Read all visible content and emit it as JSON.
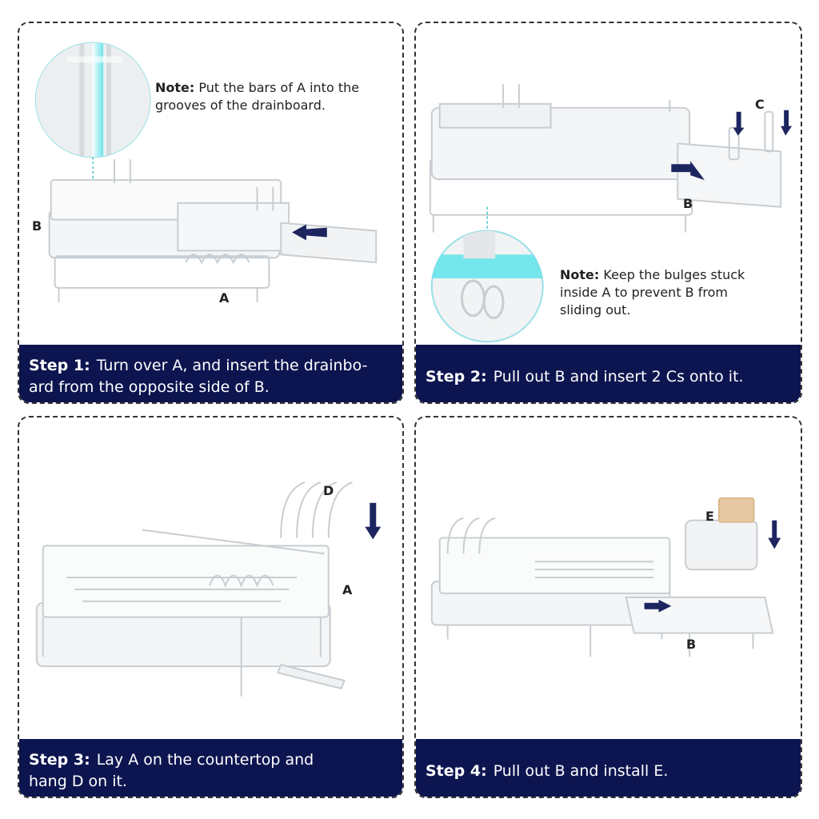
{
  "steps": [
    {
      "step_label": "Step 1:",
      "instruction": "Turn over A, and insert the drainbo-ard from the opposite side of B.",
      "line1": "Turn over A, and insert the drainbo-",
      "line2": "ard from the opposite side of B.",
      "note_label": "Note:",
      "note_line1": "Put the bars of A into the",
      "note_line2": "grooves of the drainboard.",
      "labels": {
        "a": "A",
        "b": "B"
      }
    },
    {
      "step_label": "Step 2:",
      "line1": "Pull out B and insert 2 Cs onto it.",
      "note_label": "Note:",
      "note_line1": "Keep the bulges stuck",
      "note_line2": "inside A to prevent B from",
      "note_line3": "sliding out.",
      "labels": {
        "b": "B",
        "c": "C"
      }
    },
    {
      "step_label": "Step 3:",
      "line1": "Lay A on the countertop and",
      "line2": "hang D on it.",
      "labels": {
        "a": "A",
        "d": "D"
      }
    },
    {
      "step_label": "Step 4:",
      "line1": "Pull out B and install E.",
      "labels": {
        "b": "B",
        "e": "E"
      }
    }
  ],
  "colors": {
    "banner": "#0d1550",
    "arrow": "#1c2560",
    "zoom_highlight": "#5fe3ea",
    "panel_border": "#333333"
  }
}
